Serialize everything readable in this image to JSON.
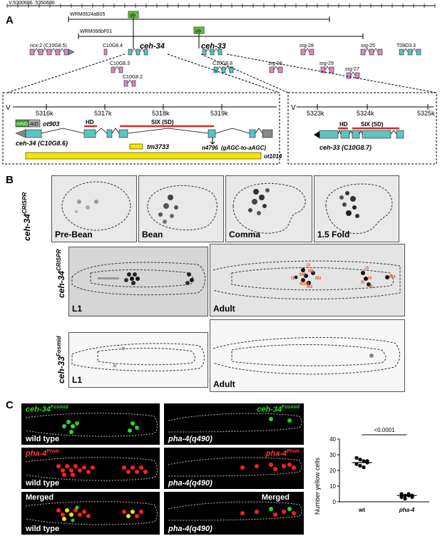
{
  "panel_a": {
    "letter": "A",
    "coordinate": "V:5300686..5350686",
    "clone1": "WRM0624aB05",
    "clone2": "WRM066bF01",
    "gfp1": "gfp",
    "gfp2": "gfp",
    "genes_top": [
      "ncx-2 (C10G8.5)",
      "C10G8.4",
      "ceh-34",
      "ceh-33",
      "srg-28",
      "srg-25",
      "T09D3.3"
    ],
    "genes_mid": [
      "C10G8.3",
      "C10G8.2",
      "C10G8.8",
      "srg-26",
      "srg-29",
      "srg-27"
    ],
    "zoom_left": {
      "chrom": "V",
      "ticks": [
        "5316k",
        "5317k",
        "5318k",
        "5319k"
      ],
      "tag": "mNG",
      "tag2": "AID",
      "allele_tag": "ot903",
      "hd": "HD",
      "six": "SIX (SD)",
      "gene_name": "ceh-34 (C10G8.6)",
      "deletion": "tm3733",
      "mutation": "n4796",
      "mutation_detail": "(gAGC-to-aAGC)",
      "deletion2": "ot1014"
    },
    "zoom_right": {
      "chrom": "V",
      "ticks": [
        "5323k",
        "5324k",
        "5325k"
      ],
      "hd": "HD",
      "six": "SIX (SD)",
      "gene_name": "ceh-33 (C10G8.7)"
    }
  },
  "panel_b": {
    "letter": "B",
    "row1_label": "ceh-34",
    "row1_sup": "CRISPR",
    "row2_label": "ceh-34",
    "row2_sup": "CRISPR",
    "row3_label": "ceh-33",
    "row3_sup": "Fosmid",
    "stages": [
      "Pre-Bean",
      "Bean",
      "Comma",
      "1.5 Fold"
    ],
    "l1": "L1",
    "adult": "Adult",
    "l1b": "L1",
    "adultb": "Adult",
    "neuron_labels": [
      "I2",
      "MC",
      "NSM",
      "M1",
      "M2",
      "M3",
      "M4",
      "I1",
      "I3",
      "I4",
      "I5",
      "I6"
    ]
  },
  "panel_c": {
    "letter": "C",
    "row1_left_label": "ceh-34",
    "row1_left_sup": "Fosmid",
    "row1_right_label": "ceh-34",
    "row1_right_sup": "Fosmid",
    "row2_left_label": "pha-4",
    "row2_left_sup": "Prom",
    "row2_right_label": "pha-4",
    "row2_right_sup": "Prom",
    "merged_left": "Merged",
    "merged_right": "Merged",
    "wild_type": "wild type",
    "mutant": "pha-4(q490)",
    "colors": {
      "green": "#2ad52a",
      "red": "#ff2020",
      "yellow": "#ffe000"
    }
  },
  "chart_data": {
    "type": "scatter",
    "ylabel": "Number yellow cells",
    "categories": [
      "wt",
      "pha-4"
    ],
    "ylim": [
      0,
      40
    ],
    "yticks": [
      0,
      10,
      20,
      30,
      40
    ],
    "p_value": "<0.0001",
    "series": [
      {
        "category": "wt",
        "values": [
          28,
          27,
          26,
          25,
          24,
          23,
          22,
          26
        ],
        "mean": 25
      },
      {
        "category": "pha-4",
        "values": [
          5,
          4,
          4,
          3,
          3,
          2,
          5,
          4
        ],
        "mean": 4
      }
    ]
  }
}
